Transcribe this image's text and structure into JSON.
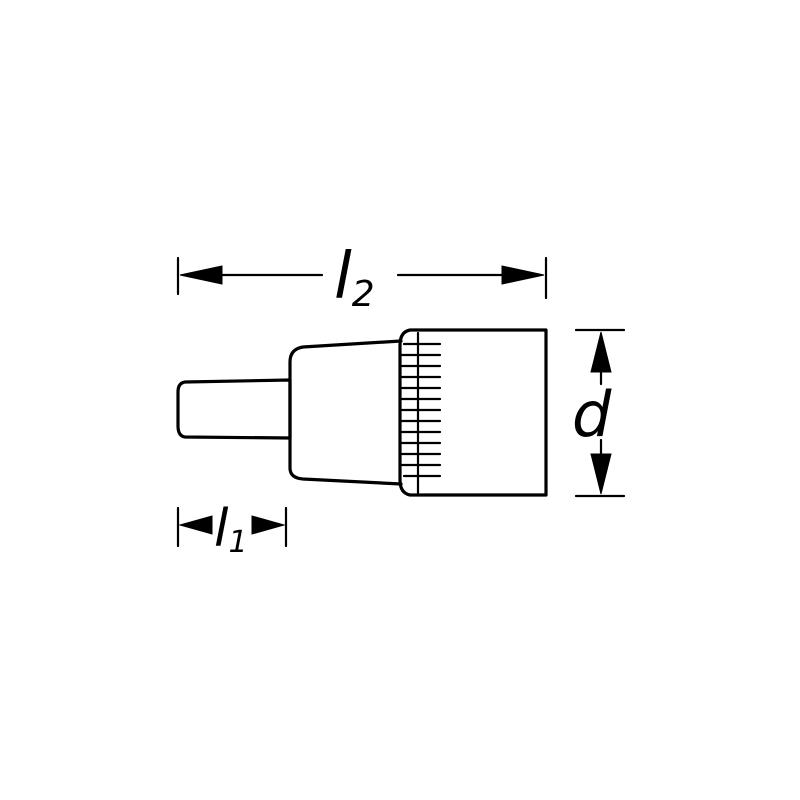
{
  "dimensions": {
    "l1": {
      "letter": "l",
      "subscript": "1"
    },
    "l2": {
      "letter": "l",
      "subscript": "2"
    },
    "d": {
      "letter": "d"
    }
  }
}
